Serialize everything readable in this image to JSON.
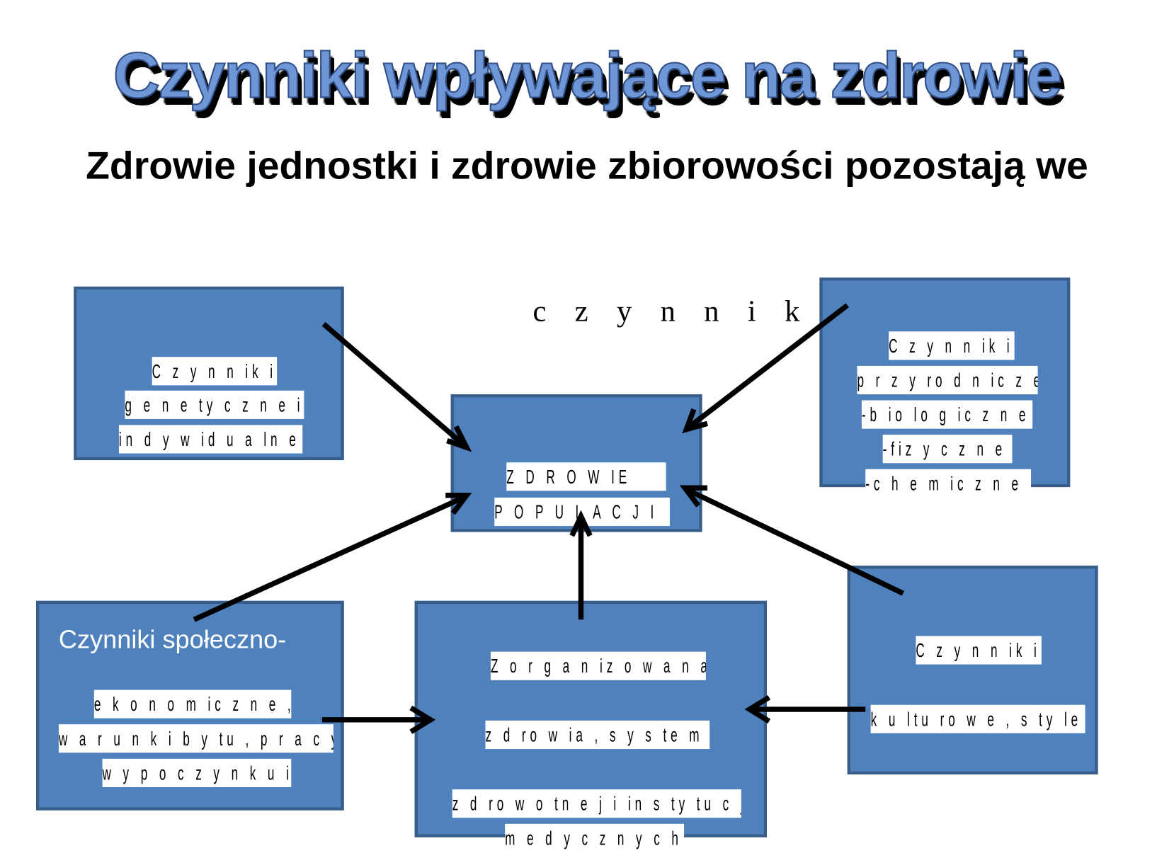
{
  "title": "Czynniki wpływające na zdrowie",
  "subtitle": "Zdrowie jednostki i zdrowie zbiorowości pozostają we",
  "floating_text": "c z y n n i k i.",
  "colors": {
    "box_fill": "#4f81bd",
    "box_border": "#385d8a",
    "arrow": "#000000",
    "title_fill": "#6f97d8"
  },
  "boxes": {
    "center": {
      "lines": [
        "Z D R O W IE",
        "P O P U L A C J I"
      ]
    },
    "genetic": {
      "lines": [
        "C z y n n ik i",
        "g e n e ty c z n e   i",
        "in d y w id u a ln e ."
      ]
    },
    "nature": {
      "lines": [
        "C z y n n ik i",
        "p r z y ro d n ic z e :",
        "-b io lo g ic z n e ,",
        "-fiz y c z n e ,",
        "-c h e m ic z n e ."
      ]
    },
    "social": {
      "heading": "Czynniki społeczno-",
      "lines": [
        "e k o n o m ic z n e ,",
        "w a r u n k i b y tu , p r a c y ,",
        "w y p o c z y n k u   i"
      ]
    },
    "organized": {
      "lines": [
        "Z o r g a n iz o w a n a",
        "z d ro w ia , s y s te m",
        "z d ro w o tn e j i in s ty tu c ji",
        "m e d y c z n y c h ."
      ]
    },
    "cultural": {
      "lines": [
        "C z y n n ik i",
        "k u ltu ro w e , s ty le"
      ]
    }
  }
}
